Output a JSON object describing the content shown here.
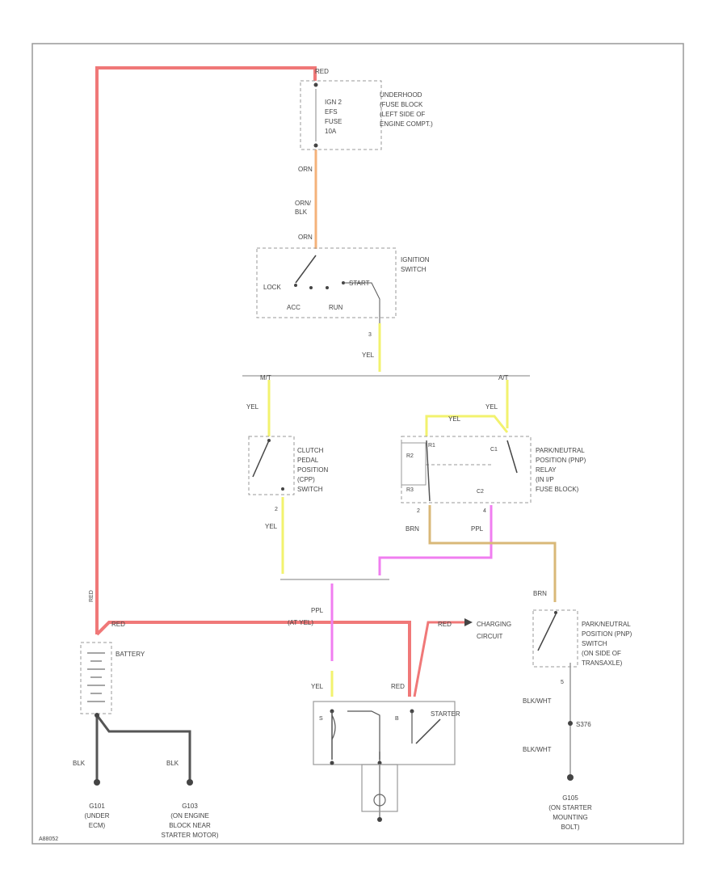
{
  "diagram_id": "A88052",
  "components": {
    "fuse_block": {
      "title": [
        "UNDERHOOD",
        "(FUSE BLOCK",
        "(LEFT SIDE OF",
        "ENGINE COMPT.)"
      ],
      "fuse": [
        "IGN 2",
        "EFS",
        "FUSE",
        "10A"
      ]
    },
    "ignition_switch": {
      "title": [
        "IGNITION",
        "SWITCH"
      ],
      "positions": {
        "lock": "LOCK",
        "acc": "ACC",
        "run": "RUN",
        "start": "START"
      },
      "pin": "3"
    },
    "clutch_switch": {
      "title": [
        "CLUTCH",
        "PEDAL",
        "POSITION",
        "(CPP)",
        "SWITCH"
      ],
      "pin": "2"
    },
    "pnp_relay": {
      "title": [
        "PARK/NEUTRAL",
        "POSITION (PNP)",
        "RELAY",
        "(IN I/P",
        "FUSE BLOCK)"
      ],
      "pins": {
        "r1": "R1",
        "r2": "R2",
        "r3": "R3",
        "c1": "C1",
        "c2": "C2"
      },
      "pin_left": "2",
      "pin_right": "4"
    },
    "pnp_switch": {
      "title": [
        "PARK/NEUTRAL",
        "POSITION (PNP)",
        "SWITCH",
        "(ON SIDE OF",
        "TRANSAXLE)"
      ],
      "pin": "5"
    },
    "battery": {
      "title": "BATTERY"
    },
    "starter": {
      "title": "STARTER",
      "pins": {
        "s": "S",
        "b": "B"
      }
    },
    "charging": {
      "title": [
        "CHARGING",
        "CIRCUIT"
      ]
    },
    "grounds": {
      "g101": [
        "G101",
        "(UNDER",
        "ECM)"
      ],
      "g103": [
        "G103",
        "(ON ENGINE",
        "BLOCK NEAR",
        "STARTER MOTOR)"
      ],
      "g105": [
        "G105",
        "(ON STARTER",
        "MOUNTING",
        "BOLT)"
      ]
    }
  },
  "wire_labels": {
    "red_top": "RED",
    "orn_upper": "ORN",
    "orn_blk": [
      "ORN/",
      "BLK"
    ],
    "orn_lower": "ORN",
    "yel_ign": "YEL",
    "mt": "M/T",
    "at": "A/T",
    "yel_mt": "YEL",
    "yel_at": "YEL",
    "yel_cpp": "YEL",
    "brn_relay": "BRN",
    "ppl_relay": "PPL",
    "brn_pnp": "BRN",
    "ppl_junction": "PPL",
    "at_yel": "(AT YEL)",
    "yel_starter": "YEL",
    "red_starter": "RED",
    "red_main": "RED",
    "red_charging": "RED",
    "red_vertical": "RED",
    "blk_g101": "BLK",
    "blk_g103": "BLK",
    "blkwht_1": "BLK/WHT",
    "blkwht_2": "BLK/WHT",
    "splice": "S376"
  },
  "wire_colors": {
    "red": "#f07878",
    "orange": "#f4b27a",
    "yellow": "#f2f26e",
    "purple": "#f07ef0",
    "brown": "#d9b878",
    "black": "#555555"
  }
}
